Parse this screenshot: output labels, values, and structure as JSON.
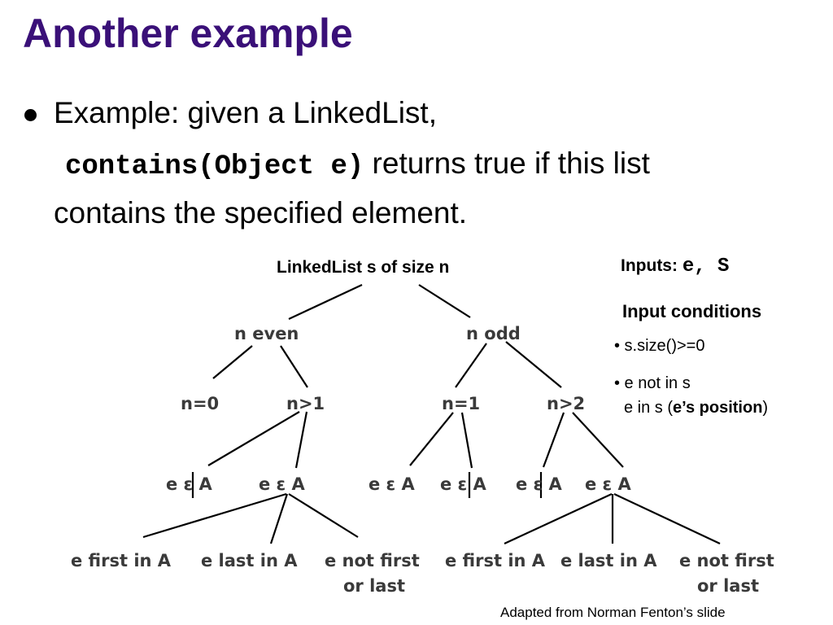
{
  "slide": {
    "title": "Another example",
    "title_color": "#3a1078",
    "bullet": {
      "line1": "Example: given a LinkedList,",
      "code": "contains(Object e)",
      "line2_rest": " returns true if this list",
      "line3": "contains the specified element."
    },
    "tree_title": "LinkedList s of size n",
    "inputs": {
      "label": "Inputs: ",
      "vars": "e, S"
    },
    "input_conditions": {
      "heading": "Input conditions",
      "items": [
        "• s.size()>=0",
        "• e not in s",
        "e in s ("
      ],
      "emph": "e’s position",
      "close": ")"
    },
    "tree": {
      "level1": [
        "n even",
        "n odd"
      ],
      "level2": [
        "n=0",
        "n>1",
        "n=1",
        "n>2"
      ],
      "level3": [
        "e ε A",
        "e ε A",
        "e ε A",
        "e ε A",
        "e ε A",
        "e ε A"
      ],
      "level4": [
        "e first in A",
        "e last in A",
        "e not first",
        "or last",
        "e first in A",
        "e last in A",
        "e not first",
        "or last"
      ]
    },
    "credit": "Adapted from Norman Fenton’s slide"
  }
}
